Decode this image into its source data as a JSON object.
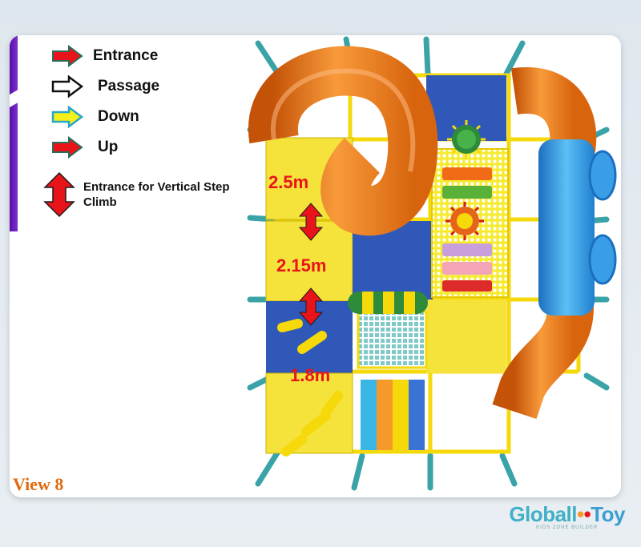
{
  "legend": {
    "entrance": "Entrance",
    "passage": "Passage",
    "down": "Down",
    "up": "Up",
    "vertical_step": "Entrance for Vertical Step Climb"
  },
  "dimensions": {
    "level1": "2.5m",
    "level2": "2.15m",
    "level3": "1.8m"
  },
  "view_label": "View 8",
  "logo": {
    "brand_a": "Globall",
    "brand_b": "Toy",
    "tagline": "KIDS ZONE BUILDER"
  },
  "colors": {
    "frame": "#f5d90a",
    "slide_orange": "#f07d1a",
    "tube_blue": "#3a9ee6",
    "platform_blue": "#2f58b8",
    "arrow_red": "#e8141a",
    "accent_purple": "#6a1fc4",
    "view_orange": "#e06a10"
  },
  "icons": [
    "entrance-arrow-icon",
    "passage-arrow-icon",
    "down-arrow-icon",
    "up-arrow-icon",
    "double-arrow-icon"
  ]
}
